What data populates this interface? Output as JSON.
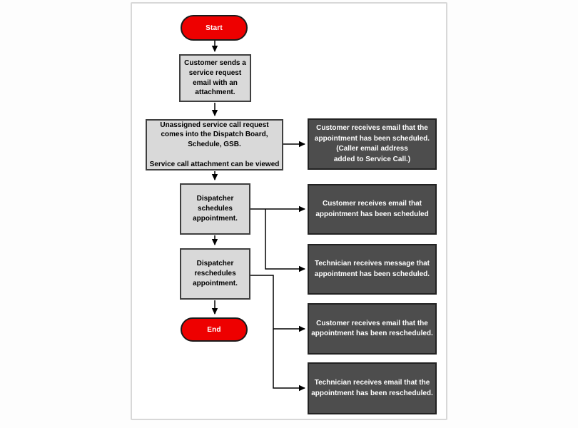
{
  "diagram": {
    "title": "Service call scheduling flowchart",
    "colors": {
      "terminator_fill": "#ee0000",
      "terminator_text": "#ffffff",
      "process_fill": "#d9d9d9",
      "process_text": "#000000",
      "output_fill": "#4d4d4d",
      "output_text": "#ffffff",
      "connector": "#000000",
      "page_background": "#ffffff",
      "page_border": "#d8d8d8"
    },
    "nodes": {
      "start": {
        "type": "terminator",
        "label": "Start"
      },
      "step1": {
        "type": "process",
        "lines": [
          "Customer sends a",
          "service request",
          "email with an",
          "attachment."
        ]
      },
      "step2": {
        "type": "process",
        "lines": [
          "Unassigned service call request comes into the Dispatch Board, Schedule, GSB.",
          "",
          "Service call attachment can be viewed"
        ]
      },
      "out1": {
        "type": "output",
        "lines": [
          "Customer receives email that the",
          "appointment has been scheduled.",
          "(Caller email address",
          "added to Service Call.)"
        ]
      },
      "step3": {
        "type": "process",
        "lines": [
          "Dispatcher",
          "schedules",
          "appointment."
        ]
      },
      "out2": {
        "type": "output",
        "lines": [
          "Customer receives email that",
          "appointment has been scheduled"
        ]
      },
      "step4": {
        "type": "process",
        "lines": [
          "Dispatcher",
          "reschedules",
          "appointment."
        ]
      },
      "out3": {
        "type": "output",
        "lines": [
          "Technician receives message that",
          "appointment has been scheduled."
        ]
      },
      "end": {
        "type": "terminator",
        "label": "End"
      },
      "out4": {
        "type": "output",
        "lines": [
          "Customer receives email that the",
          "appointment has been rescheduled."
        ]
      },
      "out5": {
        "type": "output",
        "lines": [
          "Technician receives email that the",
          "appointment has been rescheduled."
        ]
      }
    }
  }
}
